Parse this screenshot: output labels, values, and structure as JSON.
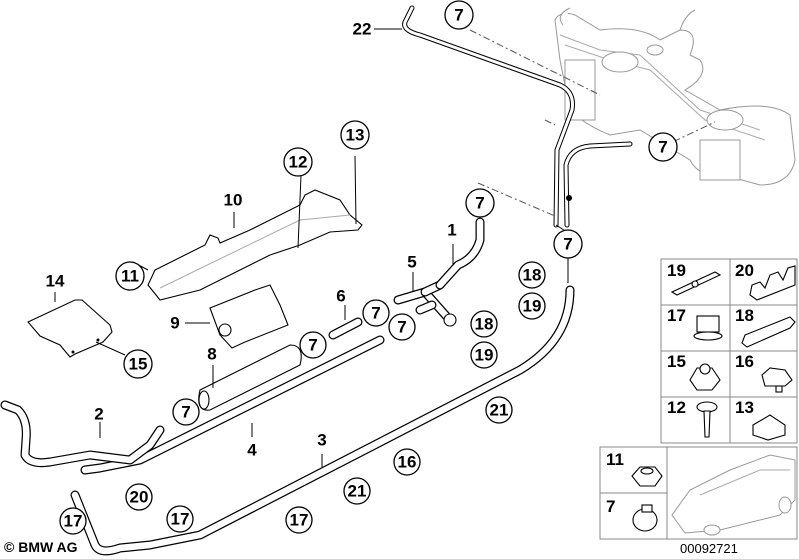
{
  "diagram": {
    "copyright": "© BMW AG",
    "diagram_id": "00092721",
    "callouts_circled": [
      {
        "id": "c7a",
        "label": "7"
      },
      {
        "id": "c7b",
        "label": "7"
      },
      {
        "id": "c7c",
        "label": "7"
      },
      {
        "id": "c7d",
        "label": "7"
      },
      {
        "id": "c7e",
        "label": "7"
      },
      {
        "id": "c7f",
        "label": "7"
      },
      {
        "id": "c7g",
        "label": "7"
      },
      {
        "id": "c7h",
        "label": "7"
      },
      {
        "id": "c11",
        "label": "11"
      },
      {
        "id": "c12",
        "label": "12"
      },
      {
        "id": "c13",
        "label": "13"
      },
      {
        "id": "c15",
        "label": "15"
      },
      {
        "id": "c16",
        "label": "16"
      },
      {
        "id": "c17a",
        "label": "17"
      },
      {
        "id": "c17b",
        "label": "17"
      },
      {
        "id": "c17c",
        "label": "17"
      },
      {
        "id": "c18a",
        "label": "18"
      },
      {
        "id": "c18b",
        "label": "18"
      },
      {
        "id": "c19a",
        "label": "19"
      },
      {
        "id": "c19b",
        "label": "19"
      },
      {
        "id": "c20",
        "label": "20"
      },
      {
        "id": "c21a",
        "label": "21"
      },
      {
        "id": "c21b",
        "label": "21"
      }
    ],
    "callouts_plain": [
      {
        "id": "p1",
        "label": "1"
      },
      {
        "id": "p2",
        "label": "2"
      },
      {
        "id": "p3",
        "label": "3"
      },
      {
        "id": "p4",
        "label": "4"
      },
      {
        "id": "p5",
        "label": "5"
      },
      {
        "id": "p6",
        "label": "6"
      },
      {
        "id": "p8",
        "label": "8"
      },
      {
        "id": "p9",
        "label": "9"
      },
      {
        "id": "p10",
        "label": "10"
      },
      {
        "id": "p14",
        "label": "14"
      },
      {
        "id": "p22",
        "label": "22"
      }
    ],
    "parts_grid": [
      {
        "label": "19",
        "part": "bracket"
      },
      {
        "label": "20",
        "part": "hose-clip-triple"
      },
      {
        "label": "17",
        "part": "hose-holder"
      },
      {
        "label": "18",
        "part": "hose-clip-multi"
      },
      {
        "label": "15",
        "part": "hex-nut-washer"
      },
      {
        "label": "16",
        "part": "clip-holder"
      },
      {
        "label": "12",
        "part": "hex-screw"
      },
      {
        "label": "13",
        "part": "u-clip"
      },
      {
        "label": "11",
        "part": "hex-nut"
      },
      {
        "label": "7",
        "part": "hose-clamp"
      }
    ]
  }
}
